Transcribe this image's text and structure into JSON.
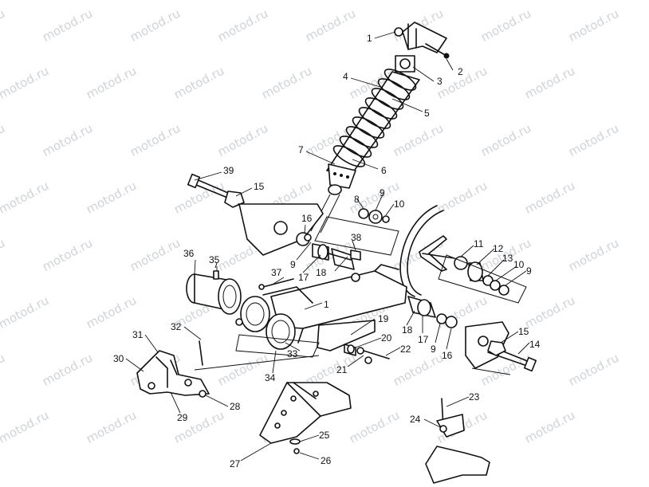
{
  "watermark": {
    "text": "motod.ru",
    "color": "#cfd3d8"
  },
  "callouts": [
    "1",
    "2",
    "3",
    "4",
    "5",
    "6",
    "7",
    "8",
    "9",
    "10",
    "11",
    "12",
    "13",
    "10",
    "9",
    "39",
    "15",
    "16",
    "9",
    "17",
    "18",
    "38",
    "36",
    "35",
    "37",
    "1",
    "18",
    "17",
    "9",
    "16",
    "15",
    "14",
    "19",
    "20",
    "22",
    "21",
    "32",
    "31",
    "30",
    "29",
    "28",
    "33",
    "34",
    "25",
    "27",
    "26",
    "23",
    "24"
  ]
}
